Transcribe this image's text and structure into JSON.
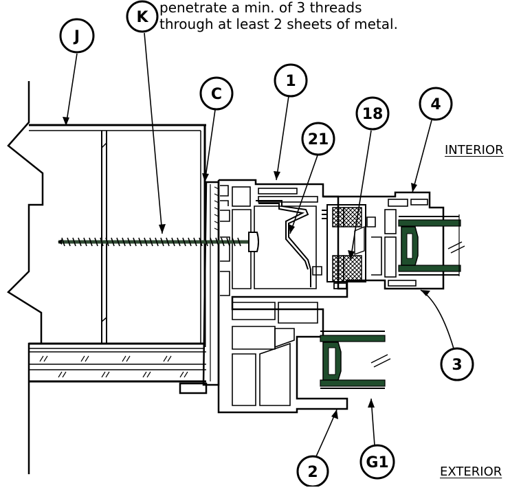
{
  "note": {
    "line1": "penetrate a min. of  3 threads",
    "line2": "through at least 2 sheets of metal."
  },
  "labels": {
    "interior": "INTERIOR",
    "exterior": "EXTERIOR"
  },
  "callouts": {
    "J": "J",
    "K": "K",
    "C": "C",
    "one": "1",
    "twentyone": "21",
    "eighteen": "18",
    "four": "4",
    "three": "3",
    "two": "2",
    "g1": "G1"
  },
  "colors": {
    "line": "#000000",
    "glazing_seal": "#1f4d2c",
    "screw": "#2f4a32"
  }
}
